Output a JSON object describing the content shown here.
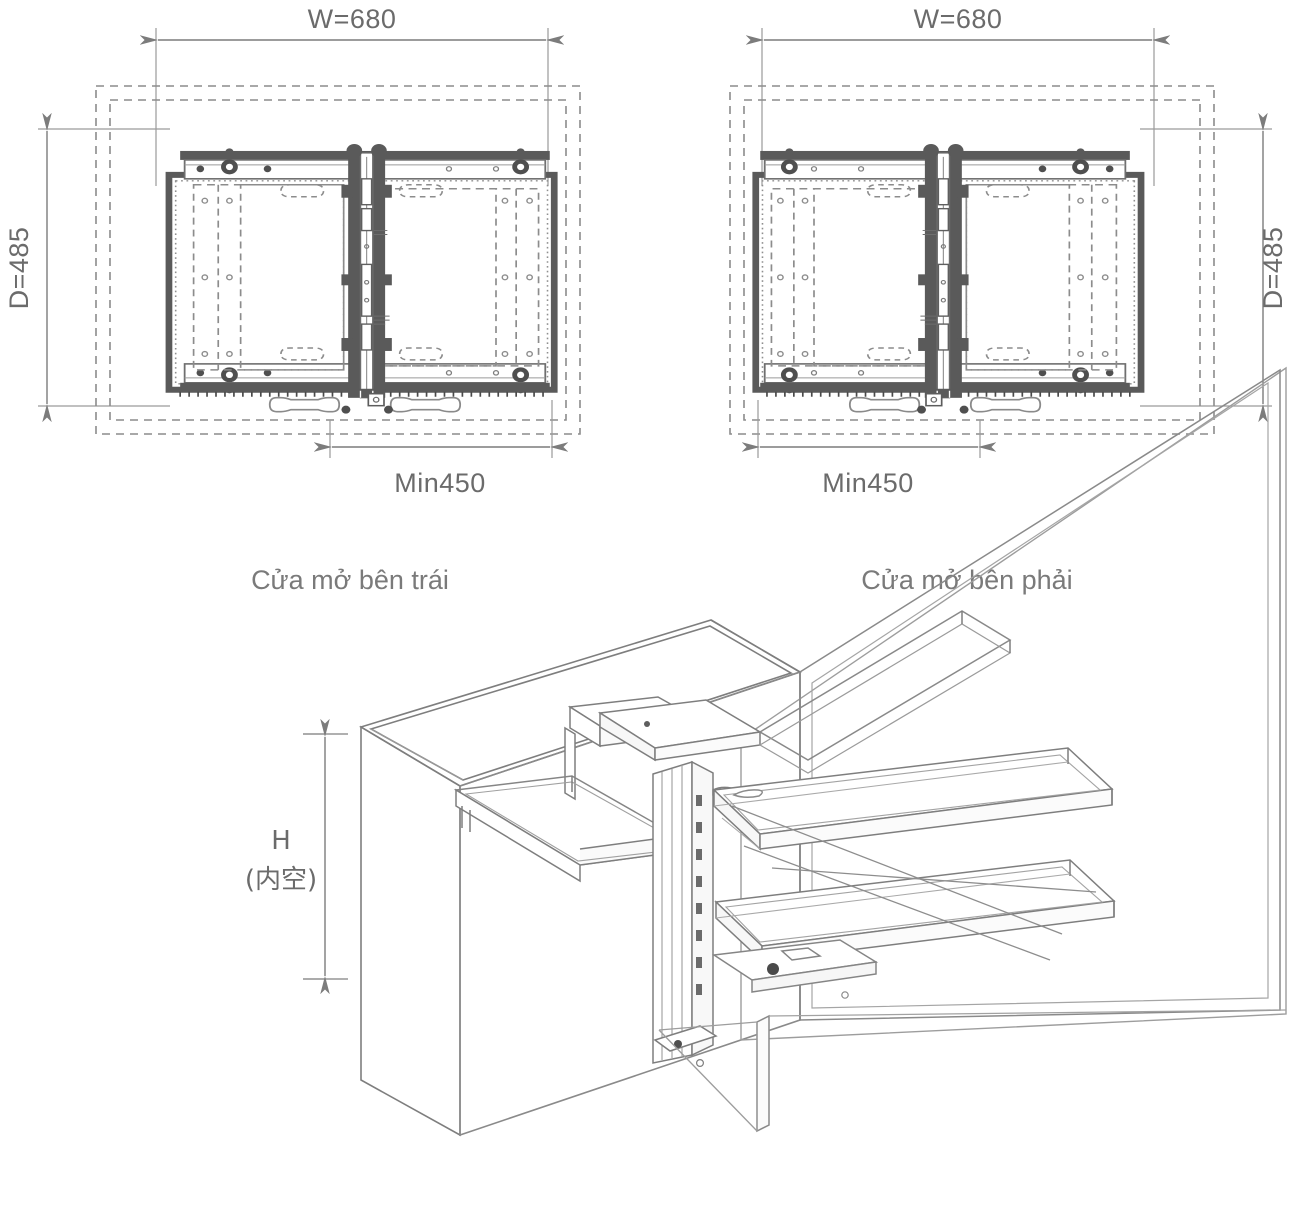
{
  "drawing": {
    "title_visible": false,
    "type": "technical-drawing",
    "subject": "blind corner cabinet pull-out (magic corner) — plan views and isometric"
  },
  "views": {
    "left_plan": {
      "caption": "Cửa mở bên trái",
      "width_dim": "W=680",
      "depth_dim": "D=485",
      "min_dim": "Min450"
    },
    "right_plan": {
      "caption": "Cửa mở bên phải",
      "width_dim": "W=680",
      "depth_dim": "D=485",
      "min_dim": "Min450"
    },
    "isometric": {
      "height_label_line1": "H",
      "height_label_line2": "(内空)"
    }
  },
  "colors": {
    "line_dark": "#5a5a5a",
    "line_mid": "#7c7c7c",
    "line_light": "#9a9a9a",
    "dash": "#8c8c8c",
    "text": "#6b6b6b",
    "background": "#ffffff"
  }
}
